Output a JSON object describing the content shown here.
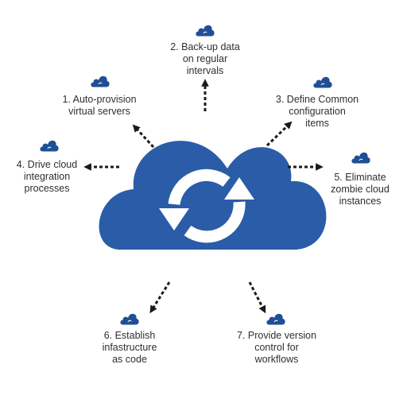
{
  "colors": {
    "cloud": "#2a5ca8",
    "icon_cloud": "#1f4f96",
    "arrow": "#1a1a1a",
    "sync_icon": "#ffffff",
    "text": "#2f2f2f"
  },
  "center": {
    "icon": "sync-refresh-icon"
  },
  "items": [
    {
      "lines": [
        "1. Auto-provision",
        "virtual servers"
      ],
      "icon": "cloud-icon"
    },
    {
      "lines": [
        "2. Back-up data",
        "on regular",
        "intervals"
      ],
      "icon": "cloud-icon"
    },
    {
      "lines": [
        "3. Define Common",
        "configuration",
        "items"
      ],
      "icon": "cloud-icon"
    },
    {
      "lines": [
        "4. Drive cloud",
        "integration",
        "processes"
      ],
      "icon": "cloud-icon"
    },
    {
      "lines": [
        "5. Eliminate",
        "zombie cloud",
        "instances"
      ],
      "icon": "cloud-icon"
    },
    {
      "lines": [
        "6. Establish",
        "infastructure",
        "as code"
      ],
      "icon": "cloud-icon"
    },
    {
      "lines": [
        "7. Provide version",
        "control for",
        "workflows"
      ],
      "icon": "cloud-icon"
    }
  ]
}
